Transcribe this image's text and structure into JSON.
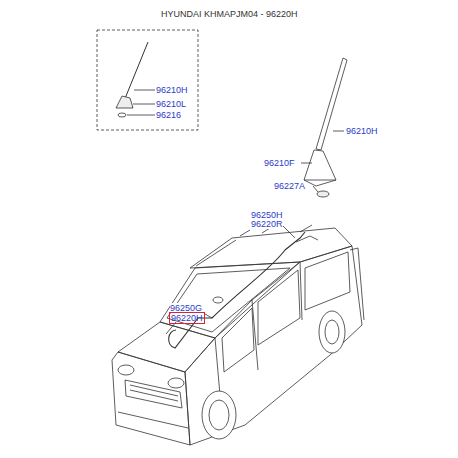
{
  "diagram": {
    "title": "HYUNDAI KHMAPJM04 - 96220H",
    "nodes": [
      {
        "text": [
          "96220H"
        ]
      }
    ],
    "edges": [],
    "labels": [
      "96210H",
      "96210L",
      "96216",
      "96210H",
      "96210F",
      "96227A",
      "96250H",
      "96220R",
      "96250G"
    ]
  }
}
